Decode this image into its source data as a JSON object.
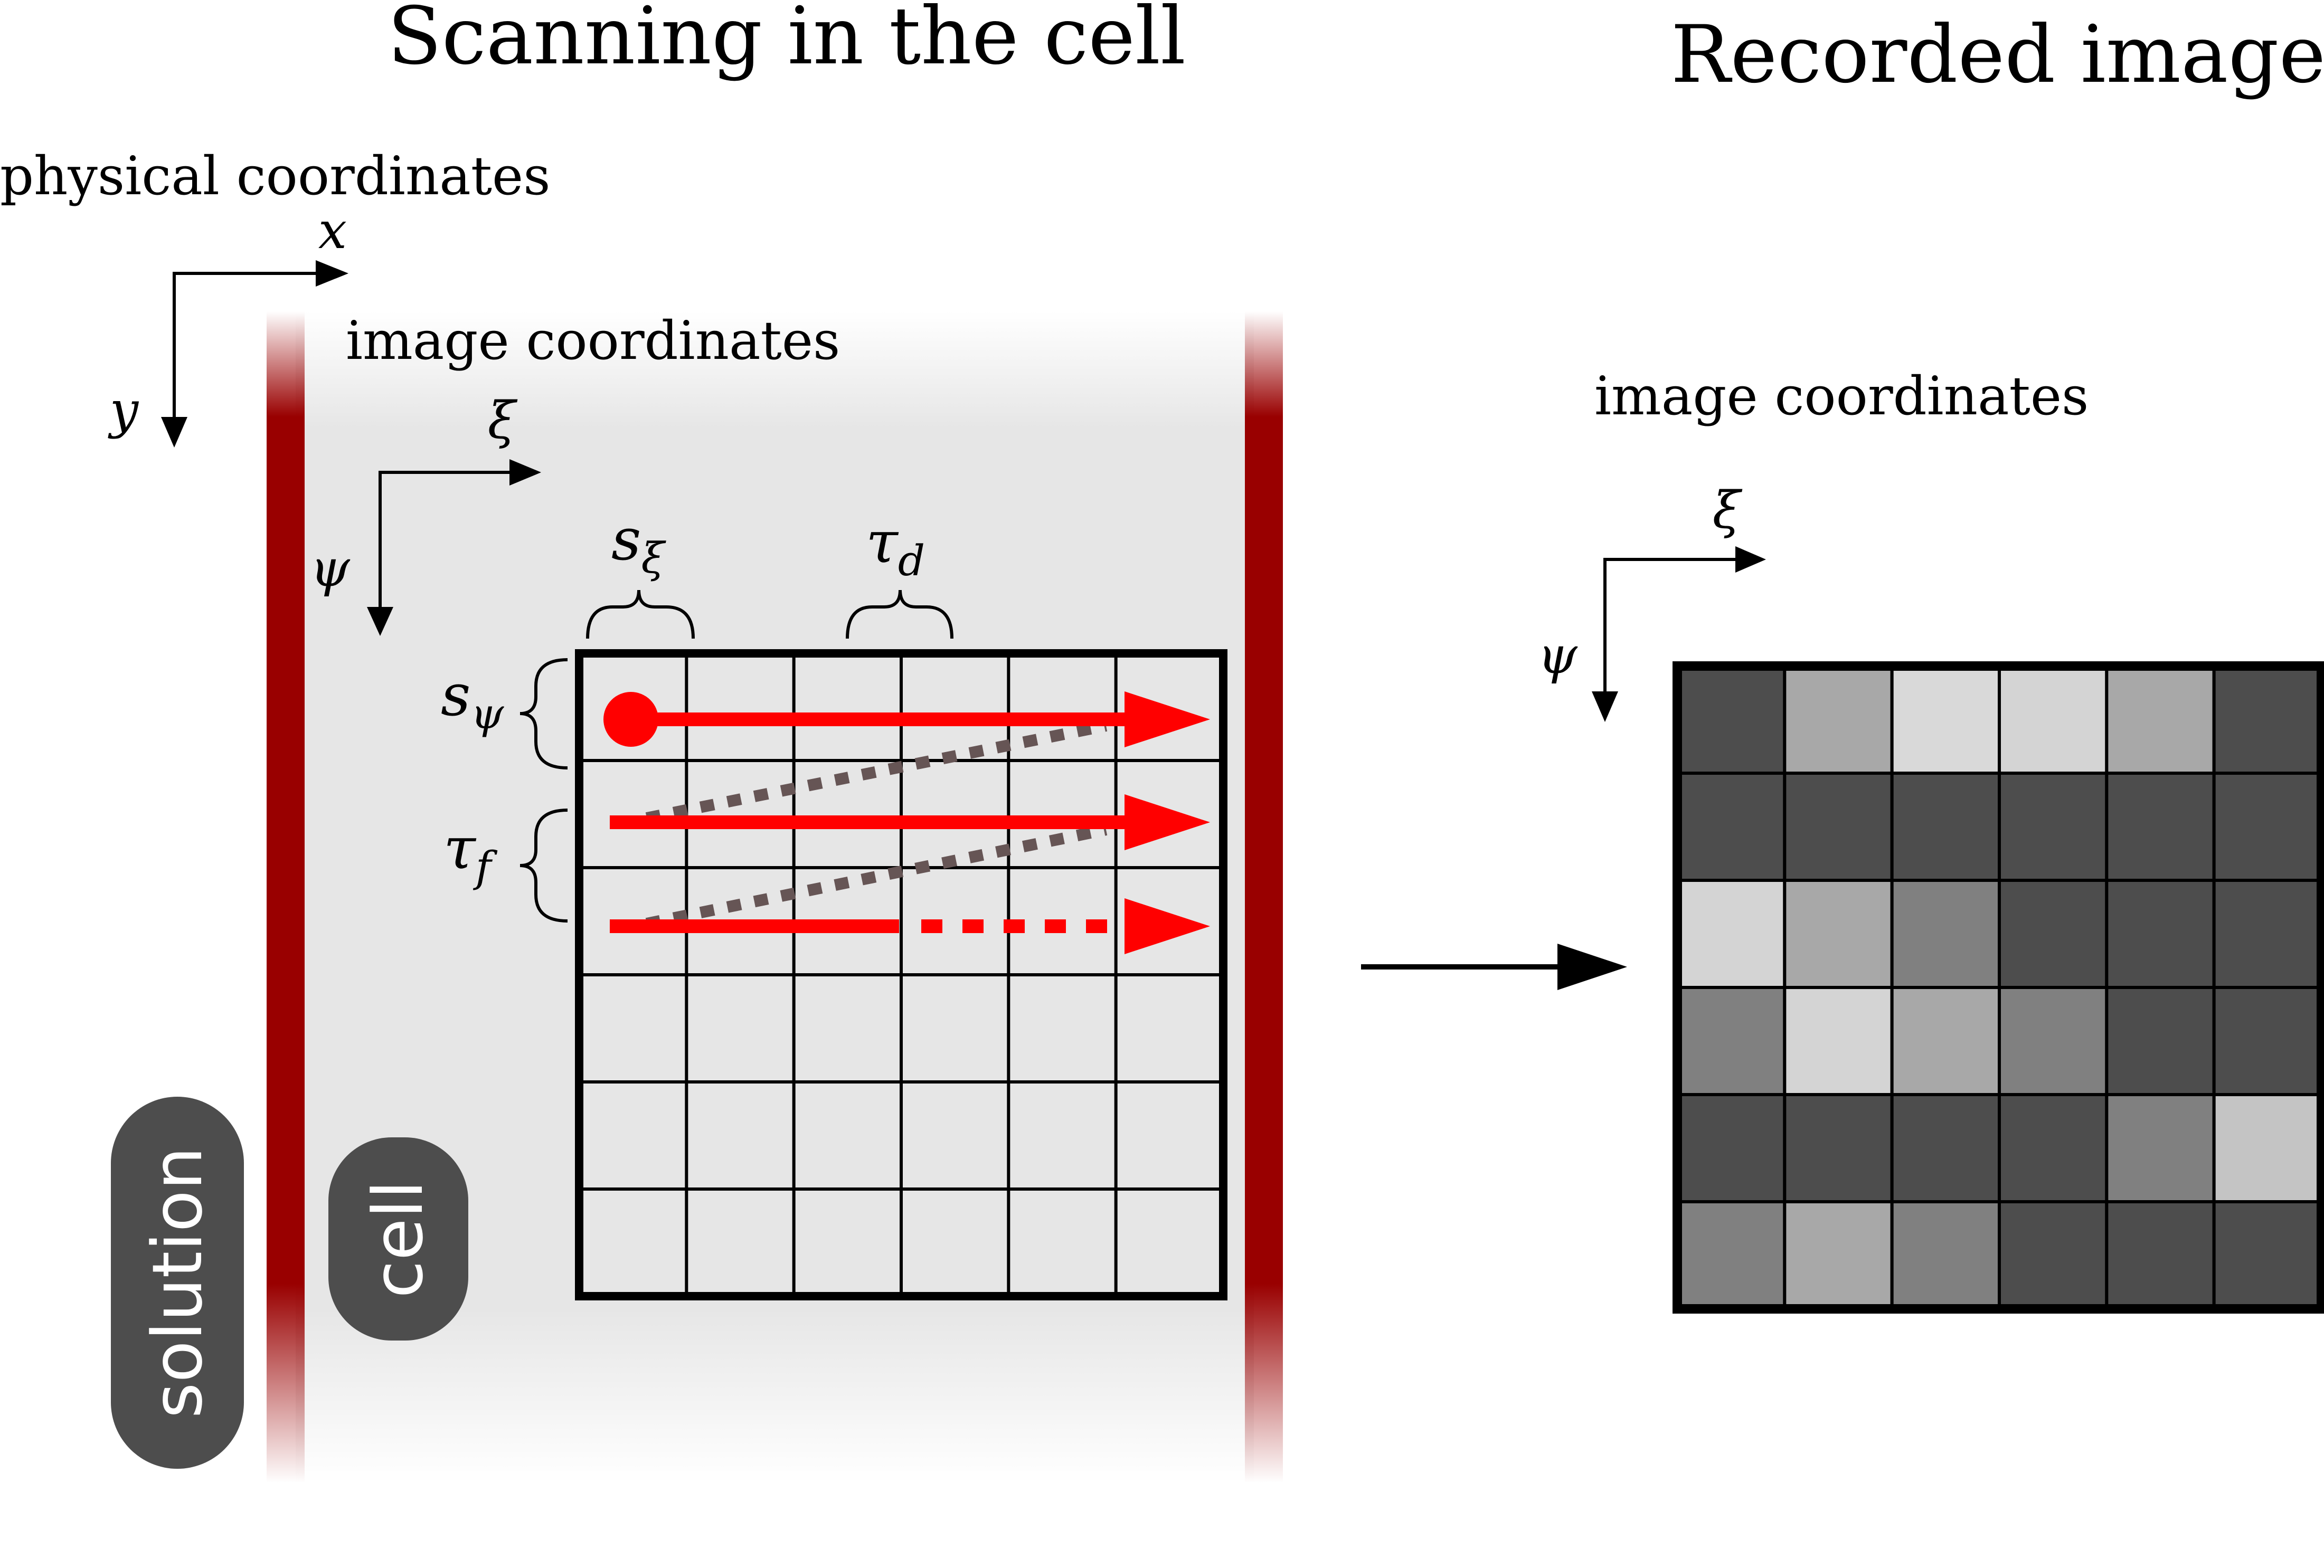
{
  "titles": {
    "left": "Scanning in the cell",
    "right": "Recorded image"
  },
  "labels": {
    "physical_coordinates": "physical coordinates",
    "image_coordinates_left": "image coordinates",
    "image_coordinates_right": "image coordinates",
    "solution": "solution",
    "cell": "cell"
  },
  "axes": {
    "physical": {
      "x": "x",
      "y": "y"
    },
    "image_left": {
      "xi": "ξ",
      "psi": "ψ"
    },
    "image_right": {
      "xi": "ξ",
      "psi": "ψ"
    }
  },
  "symbols": {
    "s_xi": "s",
    "s_xi_sub": "ξ",
    "s_psi": "s",
    "s_psi_sub": "ψ",
    "tau_d": "τ",
    "tau_d_sub": "d",
    "tau_f": "τ",
    "tau_f_sub": "f"
  },
  "scan_grid": {
    "rows": 6,
    "cols": 6
  },
  "recorded_image": {
    "rows": 6,
    "cols": 6,
    "pixels": [
      [
        "#4d4d4d",
        "#a8a8a8",
        "#d9d9d9",
        "#d4d4d4",
        "#a8a8a8",
        "#4d4d4d"
      ],
      [
        "#4d4d4d",
        "#4d4d4d",
        "#4d4d4d",
        "#4d4d4d",
        "#4d4d4d",
        "#4d4d4d"
      ],
      [
        "#d4d4d4",
        "#a8a8a8",
        "#808080",
        "#4d4d4d",
        "#4d4d4d",
        "#4d4d4d"
      ],
      [
        "#808080",
        "#d4d4d4",
        "#a8a8a8",
        "#808080",
        "#4d4d4d",
        "#4d4d4d"
      ],
      [
        "#4d4d4d",
        "#4d4d4d",
        "#4d4d4d",
        "#4d4d4d",
        "#808080",
        "#c4c4c4"
      ],
      [
        "#808080",
        "#a8a8a8",
        "#808080",
        "#4d4d4d",
        "#4d4d4d",
        "#4d4d4d"
      ]
    ]
  },
  "colors": {
    "membrane": "#990000",
    "scan": "#ff0000",
    "flyback": "#665555",
    "cell_fill": "#e6e6e6",
    "pill": "#4d4d4d"
  }
}
